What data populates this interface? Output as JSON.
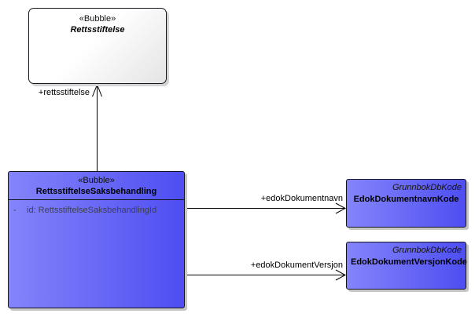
{
  "diagram": {
    "type": "uml-class-diagram",
    "colors": {
      "node_fill_light": "#8484fb",
      "node_fill_dark": "#4e4ef2",
      "node_border": "#15151f",
      "shadow": "#c6c6c6",
      "attribute_text": "#3f3f4a",
      "background": "#ffffff"
    },
    "nodes": {
      "rettsstiftelse": {
        "stereotype": "«Bubble»",
        "name": "Rettsstiftelse"
      },
      "saksbehandling": {
        "stereotype": "«Bubble»",
        "name": "RettsstiftelseSaksbehandling",
        "attributes": [
          {
            "visibility": "-",
            "text": "id: RettsstiftelseSaksbehandlingId"
          }
        ]
      },
      "navnkode": {
        "stereotype": "GrunnbokDbKode",
        "name": "EdokDokumentnavnKode"
      },
      "versjonkode": {
        "stereotype": "GrunnbokDbKode",
        "name": "EdokDokumentVersjonKode"
      }
    },
    "connectors": {
      "rettsstiftelse": {
        "label": "+rettsstiftelse",
        "arrow": "open",
        "direction": "up"
      },
      "edokDokumentnavn": {
        "label": "+edokDokumentnavn",
        "arrow": "open",
        "direction": "right"
      },
      "edokDokumentVersjon": {
        "label": "+edokDokumentVersjon",
        "arrow": "open",
        "direction": "right"
      }
    }
  }
}
